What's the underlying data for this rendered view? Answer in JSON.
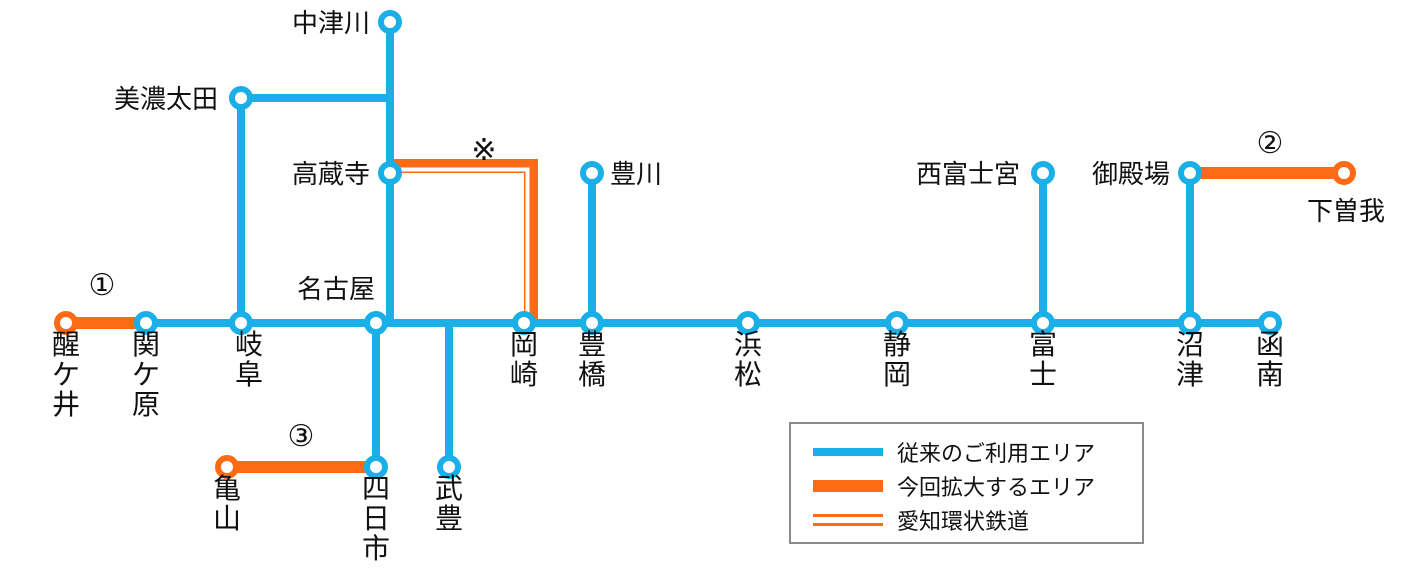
{
  "colors": {
    "existing": "#1aafe6",
    "expansion": "#ff6a14",
    "aichi_kanjo": "#ff6a14"
  },
  "stations": {
    "nakatsugawa": "中津川",
    "minoota": "美濃太田",
    "kozoji": "高蔵寺",
    "toyokawa": "豊川",
    "nishifujinomiya": "西富士宮",
    "gotemba": "御殿場",
    "shimosoga": "下曽我",
    "nagoya": "名古屋",
    "samegai": "醒ケ井",
    "sekigahara": "関ケ原",
    "gifu": "岐阜",
    "okazaki": "岡崎",
    "toyohashi": "豊橋",
    "hamamatsu": "浜松",
    "shizuoka": "静岡",
    "fuji": "富士",
    "numazu": "沼津",
    "kannami": "函南",
    "kameyama": "亀山",
    "yokkaichi": "四日市",
    "taketoyo": "武豊"
  },
  "markers": {
    "area1": "①",
    "area2": "②",
    "area3": "③",
    "note": "※"
  },
  "legend": [
    {
      "style": "existing",
      "label": "従来のご利用エリア"
    },
    {
      "style": "expansion",
      "label": "今回拡大するエリア"
    },
    {
      "style": "aichi_kanjo",
      "label": "愛知環状鉄道"
    }
  ]
}
